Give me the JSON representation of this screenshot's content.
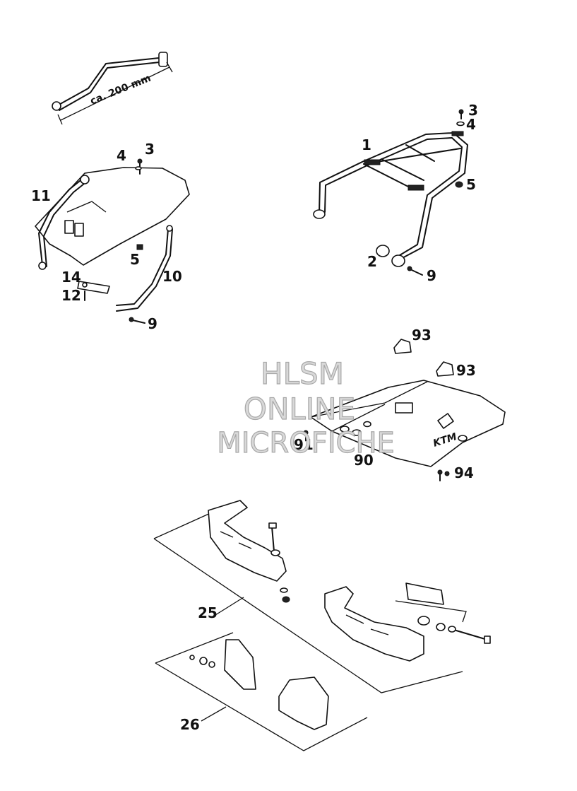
{
  "dimension_label": "ca. 200 mm",
  "callouts": {
    "c1": "1",
    "c2": "2",
    "c3a": "3",
    "c3b": "3",
    "c4a": "4",
    "c4b": "4",
    "c5a": "5",
    "c5b": "5",
    "c9a": "9",
    "c9b": "9",
    "c10": "10",
    "c11": "11",
    "c12": "12",
    "c14": "14",
    "c25": "25",
    "c26": "26",
    "c90": "90",
    "c91": "91",
    "c93a": "93",
    "c93b": "93",
    "c94": "94"
  },
  "logo_text": "KTM",
  "watermark": {
    "line1": "HLSM",
    "line2": "ONLINE",
    "line3": "MICROFICHE"
  }
}
